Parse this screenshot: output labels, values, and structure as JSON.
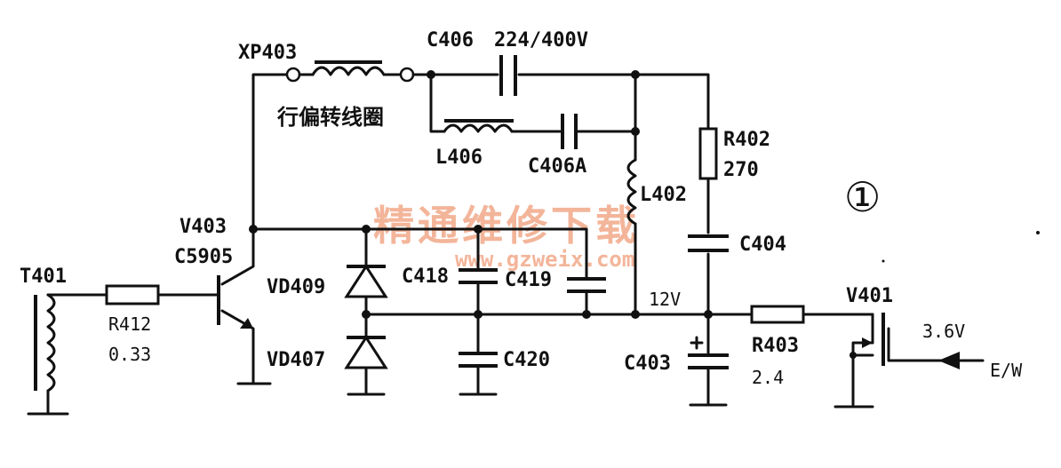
{
  "diagram": {
    "figure_number": "①",
    "watermark": {
      "cn": "精通维修下载",
      "url": "www.gzweix.com"
    },
    "components": {
      "xp403": "XP403",
      "yoke_cn": "行偏转线圈",
      "c406": "C406",
      "c406_value": "224/400V",
      "l406": "L406",
      "c406a": "C406A",
      "r402": "R402",
      "r402_value": "270",
      "l402": "L402",
      "c404": "C404",
      "v403": "V403",
      "v403_part": "C5905",
      "vd409": "VD409",
      "vd407": "VD407",
      "c418": "C418",
      "c419": "C419",
      "c420": "C420",
      "c403": "C403",
      "t401": "T401",
      "r412": "R412",
      "r412_value": "0.33",
      "r403": "R403",
      "r403_value": "2.4",
      "v401": "V401",
      "voltage_12v": "12V",
      "voltage_36v": "3.6V",
      "ew": "E/W"
    }
  }
}
